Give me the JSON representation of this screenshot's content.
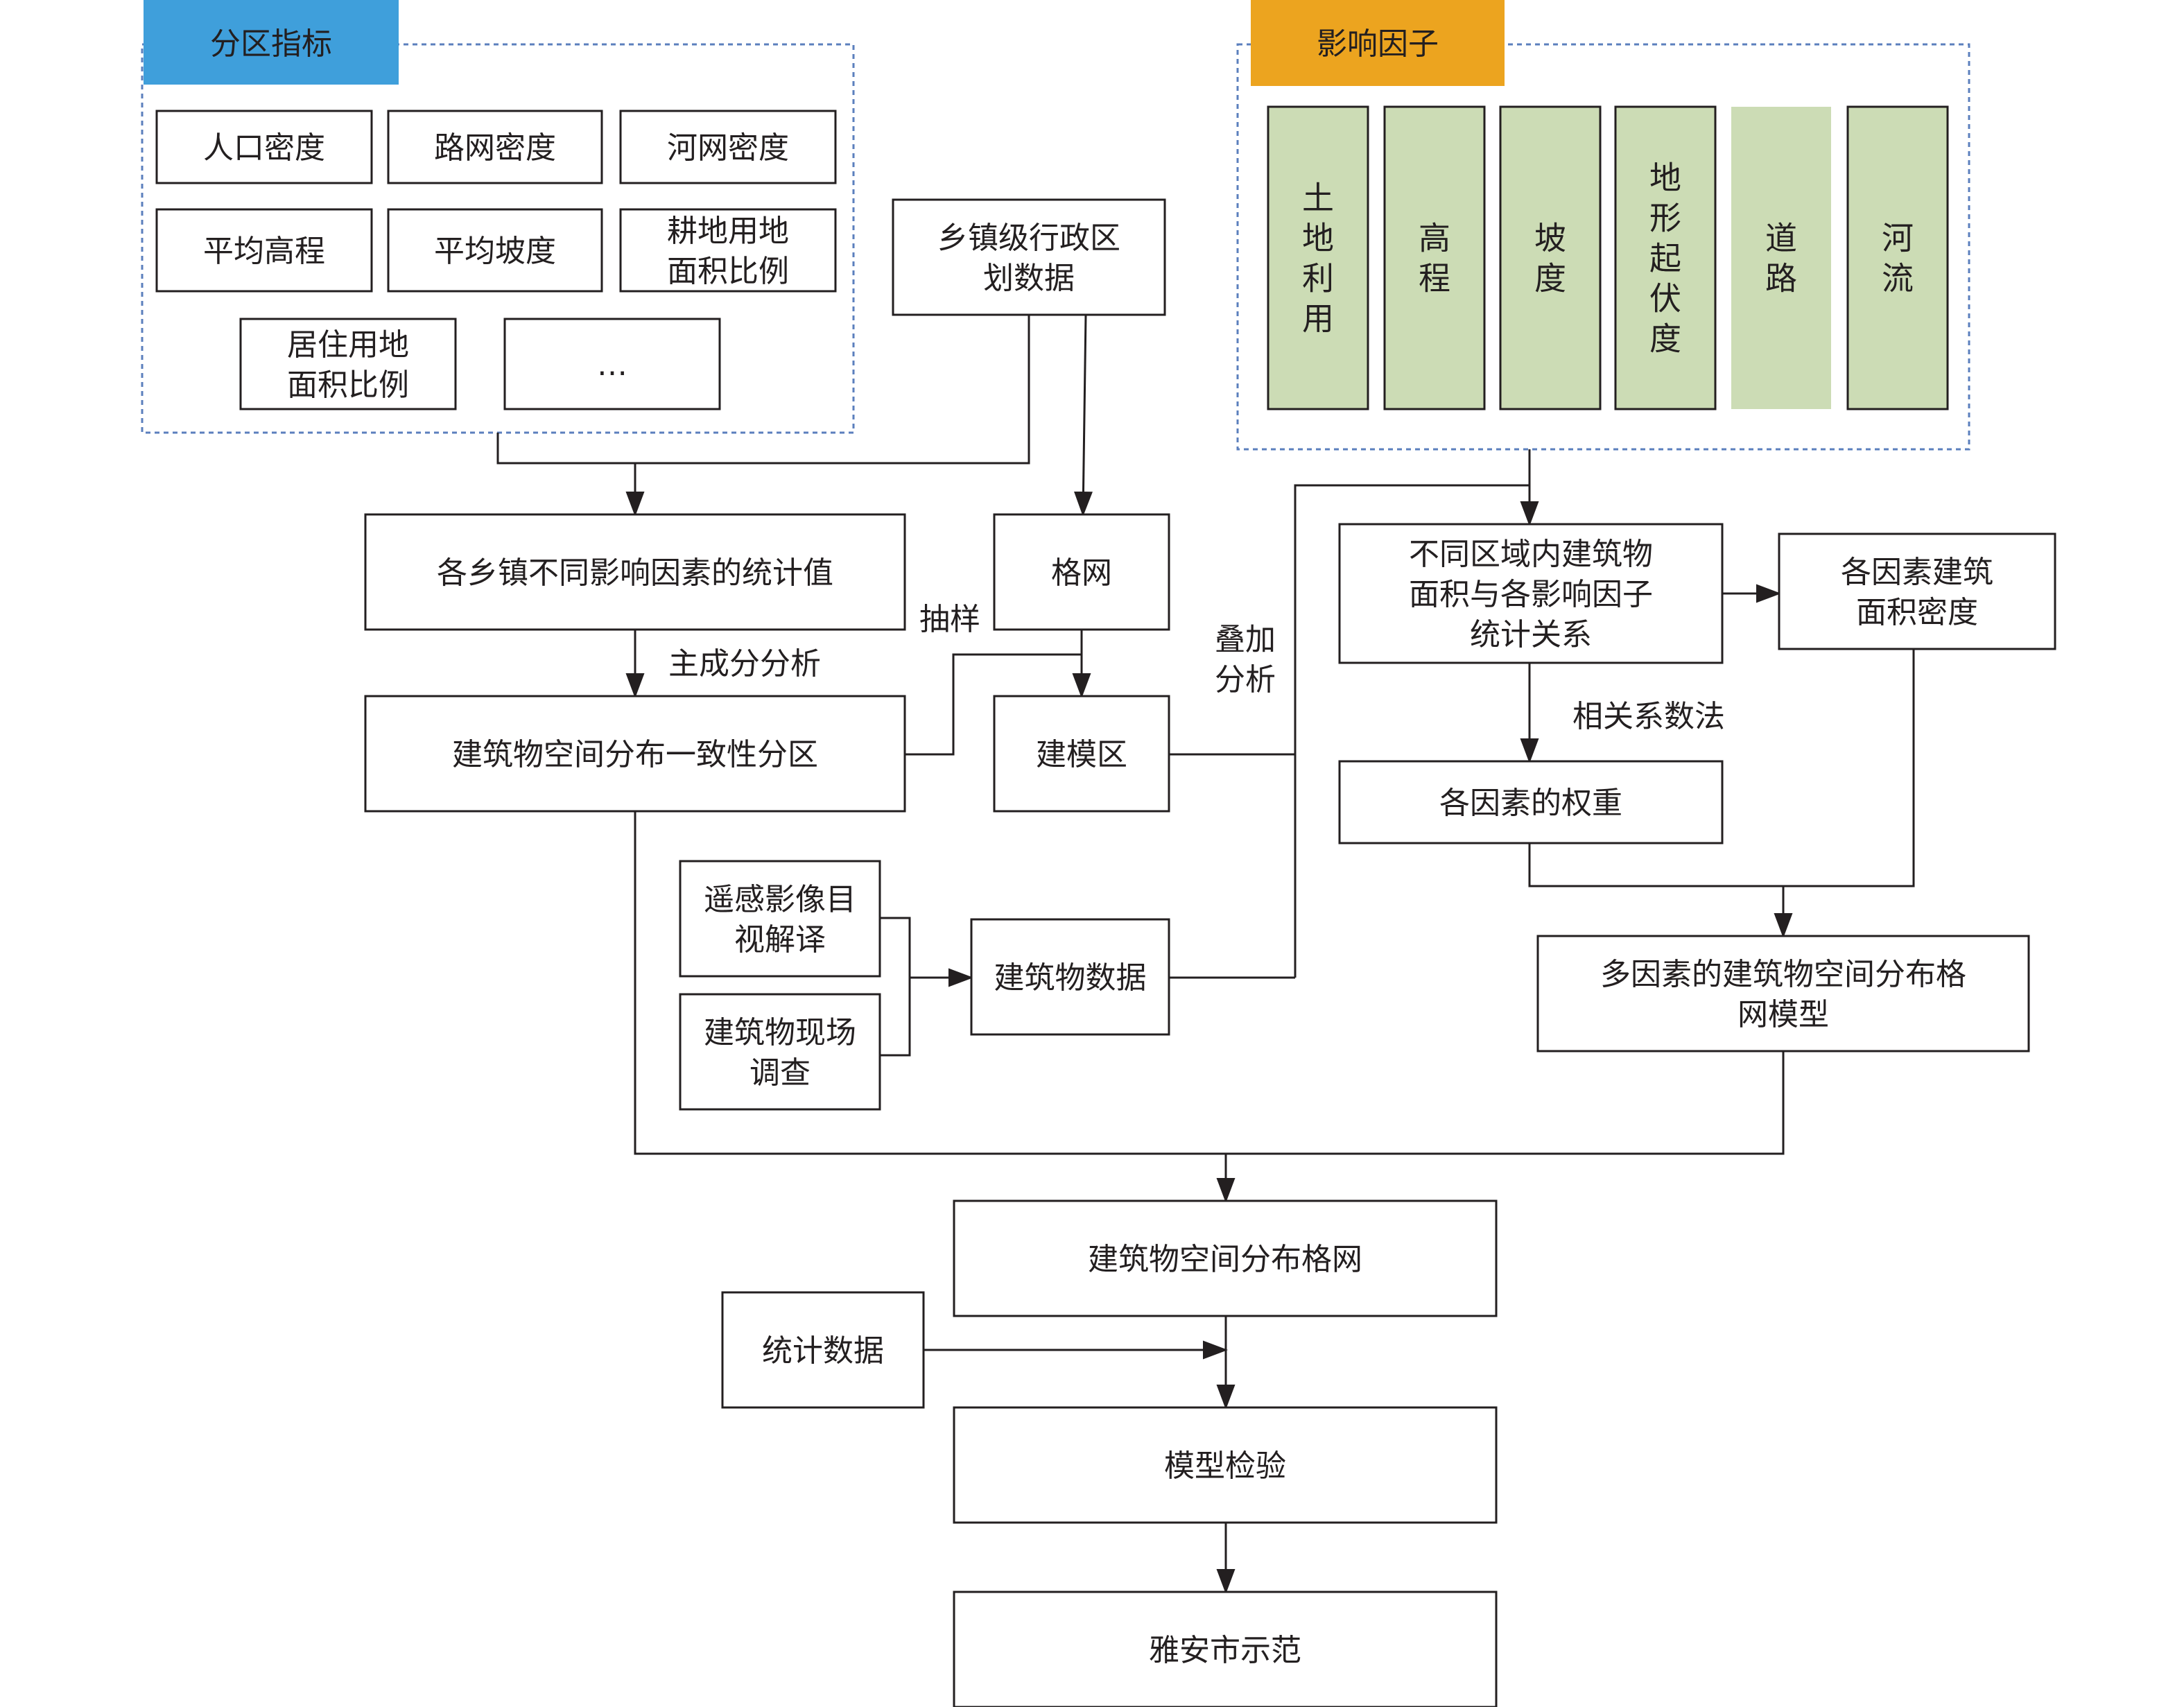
{
  "zoning_indicators": {
    "header": "分区指标",
    "items": [
      "人口密度",
      "路网密度",
      "河网密度",
      "平均高程",
      "平均坡度",
      "耕地用地\n面积比例",
      "居住用地\n面积比例",
      "…"
    ]
  },
  "impact_factors": {
    "header": "影响因子",
    "items": [
      "土\n地\n利\n用",
      "高\n程",
      "坡\n度",
      "地\n形\n起\n伏\n度",
      "道\n路",
      "河\n流"
    ]
  },
  "nodes": {
    "admin_data": "乡镇级行政区\n划数据",
    "town_stats": "各乡镇不同影响因素的统计值",
    "grid": "格网",
    "consistency_zoning": "建筑物空间分布一致性分区",
    "modeling_area": "建模区",
    "rs_interpretation": "遥感影像目\n视解译",
    "field_survey": "建筑物现场\n调查",
    "building_data": "建筑物数据",
    "region_relation": "不同区域内建筑物\n面积与各影响因子\n统计关系",
    "factor_density": "各因素建筑\n面积密度",
    "factor_weight": "各因素的权重",
    "multifactor_model": "多因素的建筑物空间分布格\n网模型",
    "building_grid": "建筑物空间分布格网",
    "statistics": "统计数据",
    "model_validation": "模型检验",
    "yaan_demo": "雅安市示范"
  },
  "edge_labels": {
    "pca": "主成分分析",
    "sampling": "抽样",
    "overlay": "叠加\n分析",
    "correlation": "相关系数法"
  },
  "colors": {
    "zoning_header": "#3f9fdb",
    "factor_header": "#eca41f",
    "factor_fill": "#ccdcb5",
    "dash_border": "#5b7fbd",
    "stroke": "#231f20"
  }
}
